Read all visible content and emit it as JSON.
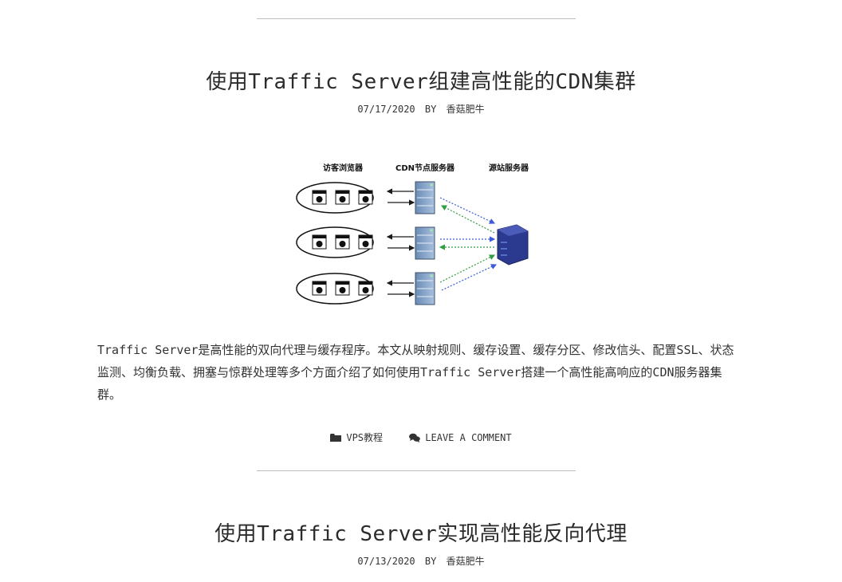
{
  "posts": [
    {
      "title": "使用Traffic Server组建高性能的CDN集群",
      "date": "07/17/2020",
      "by_label": "BY",
      "author": "香菇肥牛",
      "figure": {
        "col_browsers": "访客浏览器",
        "col_cdn": "CDN节点服务器",
        "col_origin": "源站服务器",
        "colors": {
          "outbound_arrow": "#3b5bdb",
          "inbound_arrow": "#2f9e44",
          "server": "#2b3a8f"
        }
      },
      "excerpt": "Traffic Server是高性能的双向代理与缓存程序。本文从映射规则、缓存设置、缓存分区、修改信头、配置SSL、状态监测、均衡负载、拥塞与惊群处理等多个方面介绍了如何使用Traffic Server搭建一个高性能高响应的CDN服务器集群。",
      "category": "VPS教程",
      "category_icon": "folder-icon",
      "comment_label": "LEAVE A COMMENT",
      "comment_icon": "comments-icon"
    },
    {
      "title": "使用Traffic Server实现高性能反向代理",
      "date": "07/13/2020",
      "by_label": "BY",
      "author": "香菇肥牛"
    }
  ]
}
